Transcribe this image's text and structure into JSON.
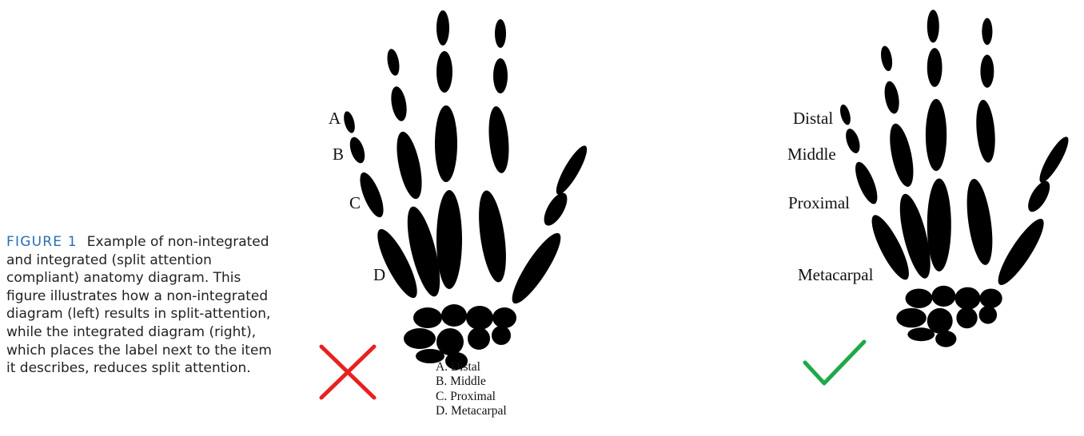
{
  "caption": {
    "figure_label": "FIGURE 1",
    "text": "Example of non-integrated and integrated (split attention compliant) anatomy diagram. This figure illustrates how a non-integrated diagram (left) results in split-attention, while the integrated diagram (right), which places the label next to the item it describes, reduces split attention."
  },
  "left_diagram": {
    "letters": [
      "A",
      "B",
      "C",
      "D"
    ],
    "legend": [
      "A. Distal",
      "B. Middle",
      "C. Proximal",
      "D. Metacarpal"
    ],
    "status_icon": "cross-icon",
    "status_color": "#e8201f"
  },
  "right_diagram": {
    "labels": [
      "Distal",
      "Middle",
      "Proximal",
      "Metacarpal"
    ],
    "status_icon": "check-icon",
    "status_color": "#1fa84a"
  },
  "colors": {
    "bones": "#000000",
    "figure_label": "#2a6fb0"
  }
}
